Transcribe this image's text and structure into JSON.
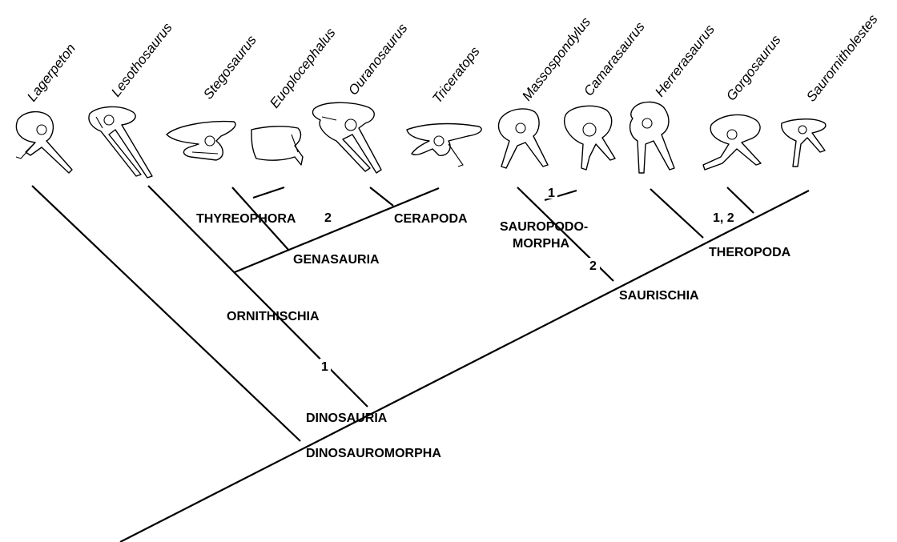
{
  "taxa": [
    "Lagerpeton",
    "Lesothosaurus",
    "Stegosaurus",
    "Euoplocephalus",
    "Ouranosaurus",
    "Triceratops",
    "Massospondylus",
    "Camarasaurus",
    "Herrerasaurus",
    "Gorgosaurus",
    "Saurornitholestes"
  ],
  "clades": {
    "thyreophora": "THYREOPHORA",
    "cerapoda": "CERAPODA",
    "genasauria": "GENASAURIA",
    "sauropodomorpha_1": "SAUROPODO-",
    "sauropodomorpha_2": "MORPHA",
    "theropoda": "THEROPODA",
    "saurischia": "SAURISCHIA",
    "ornithischia": "ORNITHISCHIA",
    "dinosauria": "DINOSAURIA",
    "dinosauromorpha": "DINOSAUROMORPHA"
  },
  "characters": {
    "genasauria": "2",
    "sauropodomorpha_top": "1",
    "sauropodomorpha_bottom": "2",
    "theropoda": "1, 2",
    "ornithischia": "1"
  }
}
